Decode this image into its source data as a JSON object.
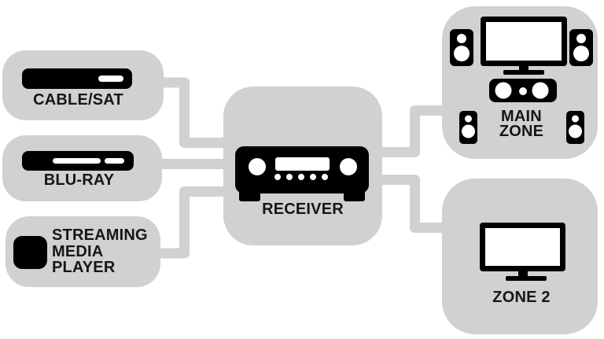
{
  "diagram": {
    "colors": {
      "background": "#ffffff",
      "node_fill": "#d1d1d1",
      "wire": "#d1d1d1",
      "icon": "#000000",
      "label": "#161616"
    },
    "nodes": {
      "cable_sat": {
        "label": "CABLE/SAT",
        "icon": "cable-box-icon"
      },
      "blu_ray": {
        "label": "BLU-RAY",
        "icon": "blu-ray-player-icon"
      },
      "streaming": {
        "label_lines": [
          "STREAMING",
          "MEDIA",
          "PLAYER"
        ],
        "icon": "streaming-media-player-icon"
      },
      "receiver": {
        "label": "RECEIVER",
        "icon": "av-receiver-icon"
      },
      "main_zone": {
        "label_lines": [
          "MAIN",
          "ZONE"
        ],
        "icon": "surround-speaker-system-icon"
      },
      "zone_2": {
        "label": "ZONE 2",
        "icon": "tv-icon"
      }
    },
    "connections": [
      {
        "from": "CABLE/SAT",
        "to": "RECEIVER"
      },
      {
        "from": "BLU-RAY",
        "to": "RECEIVER"
      },
      {
        "from": "STREAMING MEDIA PLAYER",
        "to": "RECEIVER"
      },
      {
        "from": "RECEIVER",
        "to": "MAIN ZONE"
      },
      {
        "from": "RECEIVER",
        "to": "ZONE 2"
      }
    ]
  }
}
